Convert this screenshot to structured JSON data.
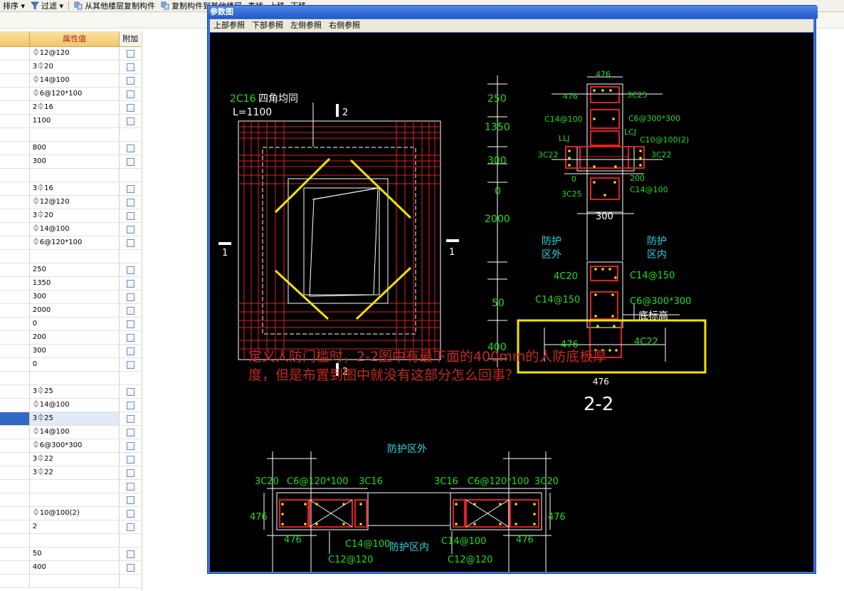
{
  "toolbar": {
    "items": [
      {
        "label": "排序",
        "dropdown": true
      },
      {
        "label": "过滤",
        "dropdown": true,
        "icon": "filter-icon"
      },
      {
        "label": "从其他楼层复制构件",
        "icon": "copy-floors-icon"
      },
      {
        "label": "复制构件到其他楼层",
        "icon": "copy-to-floor-icon"
      },
      {
        "label": "查找"
      },
      {
        "label": "上移"
      },
      {
        "label": "下移"
      }
    ]
  },
  "grid": {
    "header_value": "属性值",
    "header_add": "附加",
    "rows": [
      {
        "value": "⏀12@120",
        "checkbox": true
      },
      {
        "value": "3⏀20",
        "checkbox": true
      },
      {
        "value": "⏀14@100",
        "checkbox": true
      },
      {
        "value": "⏀6@120*100",
        "checkbox": true
      },
      {
        "value": "2⏀16",
        "checkbox": true
      },
      {
        "value": "1100",
        "checkbox": true
      },
      {
        "value": "",
        "checkbox": false
      },
      {
        "value": "800",
        "checkbox": true
      },
      {
        "value": "300",
        "checkbox": true
      },
      {
        "value": "",
        "checkbox": false
      },
      {
        "value": "3⏀16",
        "checkbox": true
      },
      {
        "value": "⏀12@120",
        "checkbox": true
      },
      {
        "value": "3⏀20",
        "checkbox": true
      },
      {
        "value": "⏀14@100",
        "checkbox": true
      },
      {
        "value": "⏀6@120*100",
        "checkbox": true
      },
      {
        "value": "",
        "checkbox": false
      },
      {
        "value": "250",
        "checkbox": true
      },
      {
        "value": "1350",
        "checkbox": true
      },
      {
        "value": "300",
        "checkbox": true
      },
      {
        "value": "2000",
        "checkbox": true
      },
      {
        "value": "0",
        "checkbox": true
      },
      {
        "value": "200",
        "checkbox": true
      },
      {
        "value": "300",
        "checkbox": true
      },
      {
        "value": "0",
        "checkbox": true
      },
      {
        "value": "",
        "checkbox": false
      },
      {
        "value": "3⏀25",
        "checkbox": true
      },
      {
        "value": "⏀14@100",
        "checkbox": true
      },
      {
        "value": "3⏀25",
        "checkbox": true,
        "selected": true
      },
      {
        "value": "⏀14@100",
        "checkbox": true
      },
      {
        "value": "⏀6@300*300",
        "checkbox": true
      },
      {
        "value": "3⏀22",
        "checkbox": true
      },
      {
        "value": "3⏀22",
        "checkbox": true
      },
      {
        "value": "",
        "checkbox": true
      },
      {
        "value": "",
        "checkbox": true
      },
      {
        "value": "⏀10@100(2)",
        "checkbox": true
      },
      {
        "value": "2",
        "checkbox": true
      },
      {
        "value": "",
        "checkbox": false
      },
      {
        "value": "50",
        "checkbox": true
      },
      {
        "value": "400",
        "checkbox": true
      },
      {
        "value": "",
        "checkbox": false
      }
    ]
  },
  "window": {
    "title": "参数图",
    "menu": [
      "上部参照",
      "下部参照",
      "左侧参照",
      "右侧参照"
    ]
  },
  "drawing": {
    "plan": {
      "rebar_label": "2C16",
      "rebar_note": "四角均同",
      "length_label": "L=1100",
      "section_mark_top": "2",
      "section_mark_bottom": "2",
      "section_mark_left": "1",
      "section_mark_right": "1"
    },
    "section": {
      "dims_left": [
        "250",
        "1350",
        "300",
        "0",
        "2000",
        "50",
        "400"
      ],
      "top_width": "476",
      "top_left_width": "476",
      "top_rebar_right": "3C25",
      "stirrup_left": "C14@100",
      "stirrup_right": "C6@300*300",
      "llj": "LLJ",
      "lcj": "LCJ",
      "cross_tie": "C10@100(2)",
      "side_left": "3C22",
      "side_right": "3C22",
      "dim_zero": "0",
      "dim_200": "200",
      "bottom_top_rebar": "3C25",
      "bottom_top_stirrup": "C14@100",
      "wall_width": "300",
      "outside_label_1": "防护",
      "outside_label_2": "区外",
      "inside_label_1": "防护",
      "inside_label_2": "区内",
      "sill_top_rebar": "4C20",
      "sill_stirrup_right": "C14@150",
      "sill_stirrup_left": "C14@150",
      "sill_tie": "C6@300*300",
      "floor_elev": "底标高",
      "footing_width": "476",
      "footing_rebar": "4C22",
      "footing_bottom_width": "476",
      "section_title": "2-2"
    },
    "plan_1_1": {
      "outside_label": "防护区外",
      "inside_label": "防护区内",
      "left_top_left": "3C20",
      "left_top_mid": "C6@120*100",
      "left_top_right": "3C16",
      "right_top_left": "3C16",
      "right_top_mid": "C6@120*100",
      "right_top_right": "3C20",
      "left_height": "476",
      "right_height": "476",
      "left_bottom_width": "476",
      "right_bottom_width": "476",
      "left_stirrup": "C14@100",
      "right_stirrup": "C14@100",
      "left_tie": "C12@120",
      "right_tie": "C12@120"
    },
    "note": "定义人防门槛时，2-2图中有最下面的400mm的人防底板厚度，但是布置到图中就没有这部分怎么回事？"
  },
  "colors": {
    "cad_background": "#000000",
    "cad_red": "#e02020",
    "cad_green": "#22dd22",
    "cad_white": "#ffffff",
    "cad_yellow": "#f2e400",
    "cad_cyan": "#22d8e8",
    "note_red": "#c6291f"
  }
}
